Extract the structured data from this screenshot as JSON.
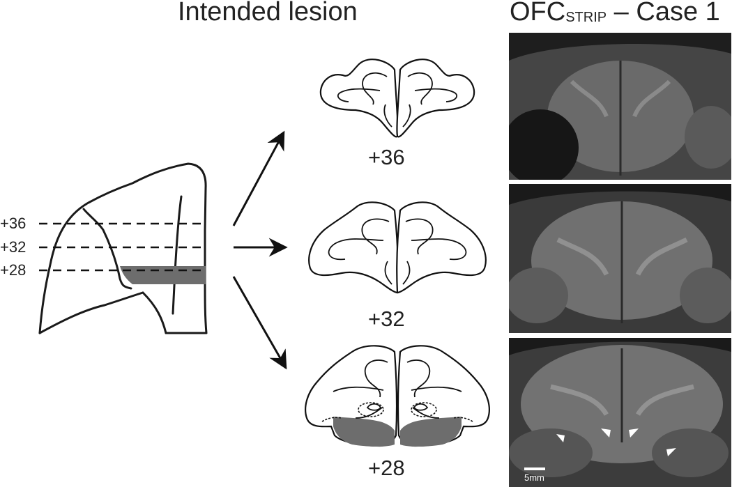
{
  "titles": {
    "left": "Intended lesion",
    "right_main": "OFC",
    "right_sub": "STRIP",
    "right_rest": " – Case 1"
  },
  "levels": [
    "+36",
    "+32",
    "+28"
  ],
  "sections": [
    "+36",
    "+32",
    "+28"
  ],
  "scale_bar": "5mm",
  "colors": {
    "lesion": "#6d6d6d",
    "ink": "#1a1a1a",
    "mri_bg": "#3e3e3e"
  }
}
